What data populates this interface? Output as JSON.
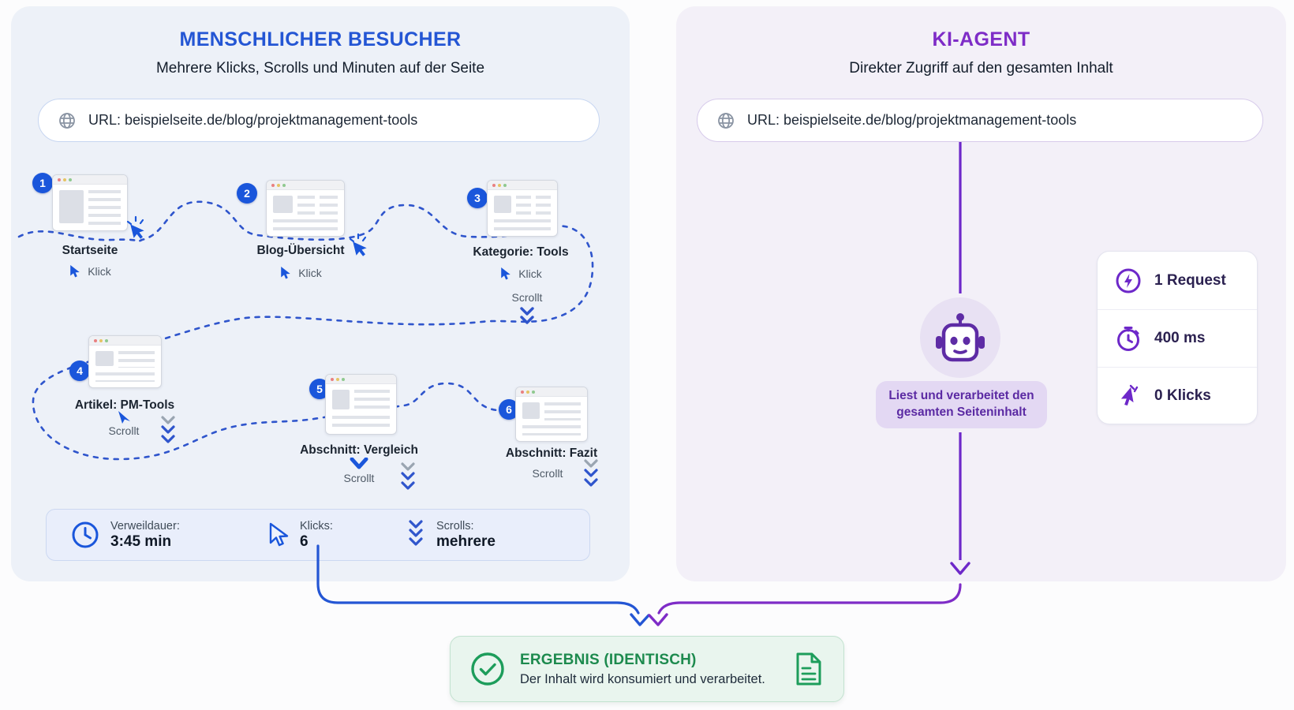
{
  "human": {
    "title": "MENSCHLICHER BESUCHER",
    "subtitle": "Mehrere Klicks, Scrolls und Minuten auf der Seite",
    "url": "URL: beispielseite.de/blog/projektmanagement-tools",
    "windows": [
      {
        "number": "1",
        "title": "Startseite",
        "click": "Klick"
      },
      {
        "number": "2",
        "title": "Blog-Übersicht",
        "click": "Klick"
      },
      {
        "number": "3",
        "title": "Kategorie: Tools",
        "click": "Klick",
        "scroll": "Scrollt"
      },
      {
        "number": "4",
        "title": "Artikel: PM-Tools",
        "scroll": "Scrollt"
      },
      {
        "number": "5",
        "title": "Abschnitt: Vergleich",
        "scroll": "Scrollt"
      },
      {
        "number": "6",
        "title": "Abschnitt: Fazit",
        "scroll": "Scrollt"
      }
    ],
    "stats": [
      {
        "icon": "clock-icon",
        "label": "Verweildauer:",
        "value": "3:45 min"
      },
      {
        "icon": "cursor-icon",
        "label": "Klicks:",
        "value": "6"
      },
      {
        "icon": "scroll-chevrons-icon",
        "label": "Scrolls:",
        "value": "mehrere"
      }
    ]
  },
  "agent": {
    "title": "KI-AGENT",
    "subtitle": "Direkter Zugriff auf den gesamten Inhalt",
    "url": "URL: beispielseite.de/blog/projektmanagement-tools",
    "note": "Liest und verarbeitet den gesamten Seiteninhalt",
    "stats": [
      {
        "icon": "bolt-icon",
        "value": "1 Request"
      },
      {
        "icon": "stopwatch-icon",
        "value": "400 ms"
      },
      {
        "icon": "no-click-icon",
        "value": "0 Klicks"
      }
    ]
  },
  "result": {
    "title": "ERGEBNIS (IDENTISCH)",
    "text": "Der Inhalt wird konsumiert und verarbeitet."
  },
  "colors": {
    "human_accent": "#2456d4",
    "agent_accent": "#7e2cc7",
    "result_green": "#1d8a4e",
    "badge_blue": "#1a56db"
  }
}
